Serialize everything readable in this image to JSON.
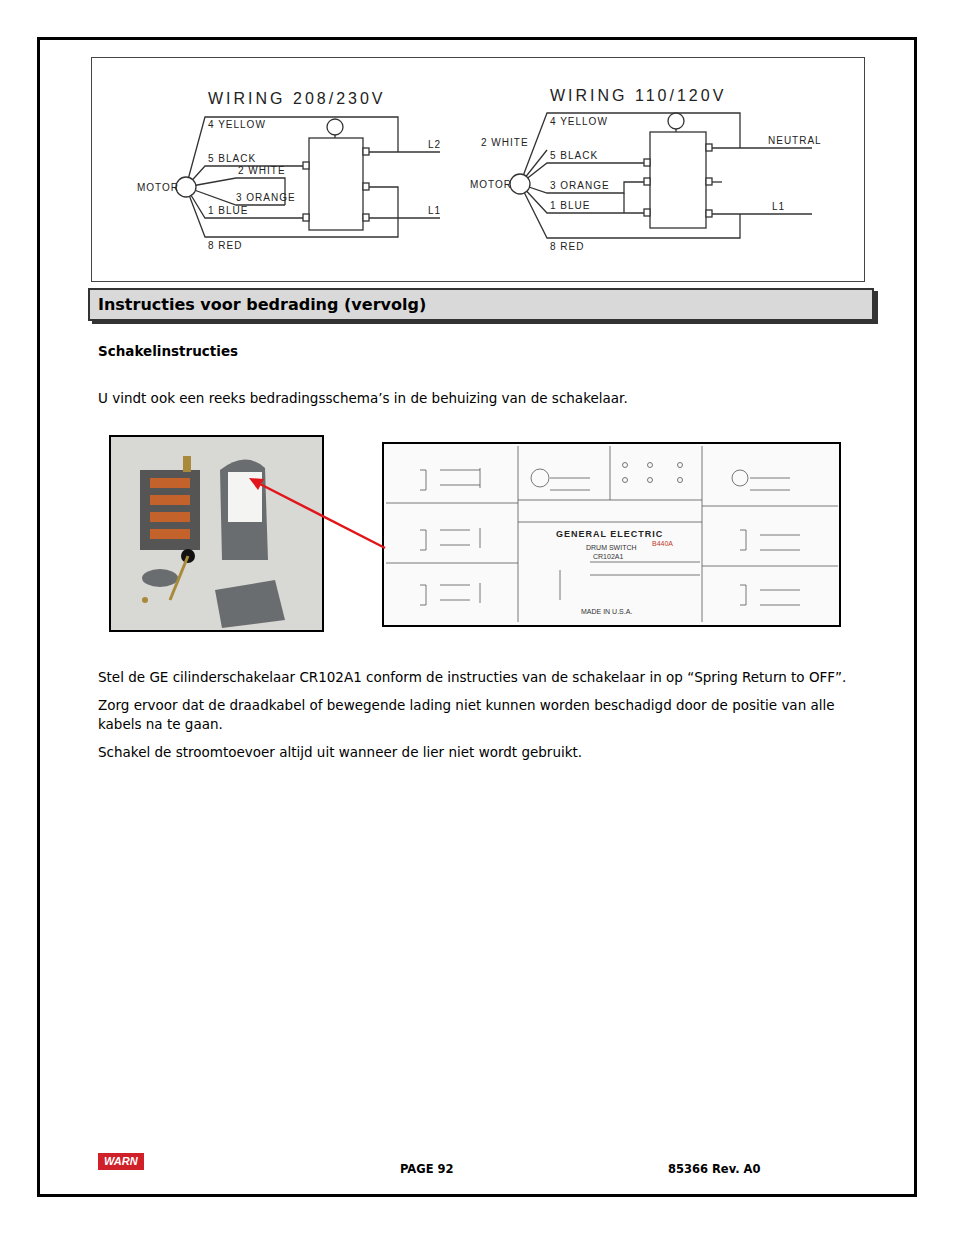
{
  "diagram": {
    "nodes": [
      {
        "text": [
          "Instructies voor bedrading (vervolg)"
        ]
      }
    ],
    "labels": [
      "WIRING 208/230V",
      "4 YELLOW",
      "5 BLACK",
      "2 WHITE",
      "3 ORANGE",
      "1 BLUE",
      "8 RED",
      "MOTOR",
      "L2",
      "L1",
      "WIRING 110/120V",
      "4 YELLOW",
      "2 WHITE",
      "5 BLACK",
      "3 ORANGE",
      "1 BLUE",
      "8 RED",
      "MOTOR",
      "NEUTRAL",
      "L1",
      "Schakelinstructies",
      "U vindt ook een reeks bedradingsschema’s in de behuizing van de schakelaar.",
      "GENERAL ELECTRIC",
      "DRUM SWITCH",
      "CR102A1",
      "B440A",
      "MADE IN U.S.A.",
      "Stel de GE cilinderschakelaar CR102A1 conform de instructies van de schakelaar in op “Spring Return to OFF”.",
      "Zorg ervoor dat de draadkabel of bewegende lading niet kunnen worden beschadigd door de positie van alle kabels na te gaan.",
      "Schakel de stroomtoevoer altijd uit wanneer de lier niet wordt gebruikt.",
      "WARN",
      "PAGE 92",
      "85366 Rev. A0"
    ]
  }
}
